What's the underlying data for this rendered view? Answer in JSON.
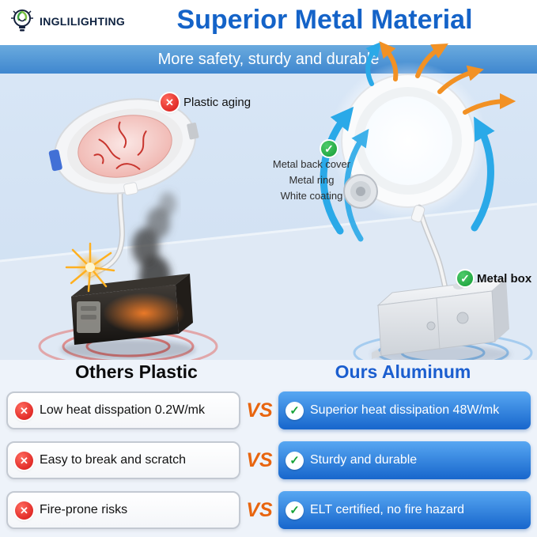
{
  "header": {
    "logo_text": "INGLILIGHTING",
    "title": "Superior Metal Material",
    "subtitle": "More safety, sturdy and durable"
  },
  "illustration": {
    "plastic_badge": "Plastic aging",
    "metal_labels": [
      "Metal back cover",
      "Metal ring",
      "White coating"
    ],
    "metal_box_label": "Metal box"
  },
  "comparison": {
    "left_header": "Others Plastic",
    "right_header": "Ours Aluminum",
    "vs": "VS",
    "rows": [
      {
        "left": "Low heat disspation 0.2W/mk",
        "right": "Superior heat dissipation 48W/mk"
      },
      {
        "left": "Easy to break and scratch",
        "right": "Sturdy and durable"
      },
      {
        "left": "Fire-prone risks",
        "right": "ELT certified, no fire hazard"
      }
    ]
  },
  "colors": {
    "title_blue": "#1463c8",
    "banner_blue": "#4f97d9",
    "vs_orange": "#e8650f",
    "pill_blue": "#1f6fd2",
    "cross_red": "#e32020",
    "check_green": "#1ea83c"
  }
}
